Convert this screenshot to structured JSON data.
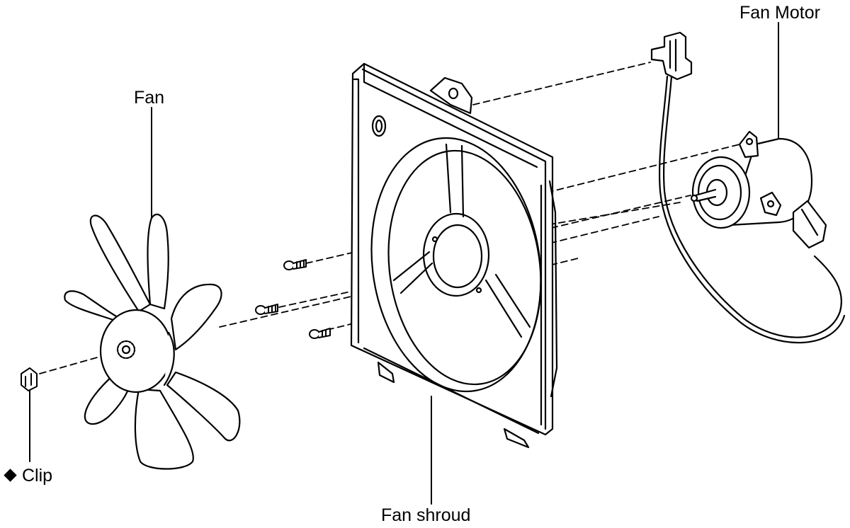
{
  "diagram": {
    "labels": {
      "fan": "Fan",
      "fan_motor": "Fan Motor",
      "fan_shroud": "Fan shroud",
      "clip": "Clip"
    },
    "clip_marker_icon": "diamond-icon",
    "colors": {
      "ink": "#000000",
      "paper": "#ffffff"
    }
  }
}
